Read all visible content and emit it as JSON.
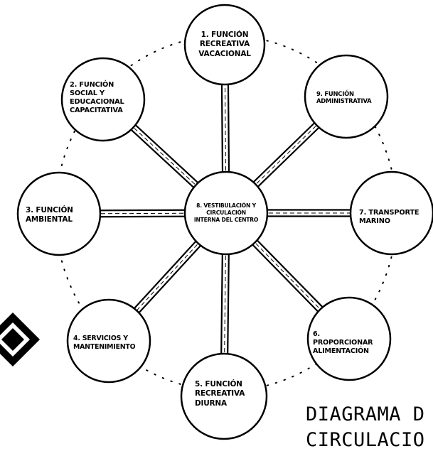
{
  "title": {
    "line1": "DIAGRAMA D",
    "line2": "CIRCULACIO"
  },
  "center": {
    "label": "8. VESTIBULACIÓN Y\nCIRCULACIÓN\nINTERNA DEL CENTRO"
  },
  "nodes": {
    "n1": {
      "label": "1. FUNCIÓN\nRECREATIVA\nVACACIONAL"
    },
    "n2": {
      "label": "2. FUNCIÓN\nSOCIAL Y\nEDUCACIONAL\nCAPACITATIVA"
    },
    "n3": {
      "label": "3. FUNCIÓN\nAMBIENTAL"
    },
    "n4": {
      "label": "4. SERVICIOS Y\nMANTENIMIENTO"
    },
    "n5": {
      "label": "5. FUNCIÓN\nRECREATIVA\nDIURNA"
    },
    "n6": {
      "label": "6.\nPROPORCIONAR\nALIMENTACIÓN"
    },
    "n7": {
      "label": "7. TRANSPORTE\nMARINO"
    },
    "n9": {
      "label": "9. FUNCIÓN\nADMINISTRATIVA"
    }
  },
  "colors": {
    "ink": "#000000",
    "paper": "#ffffff"
  }
}
